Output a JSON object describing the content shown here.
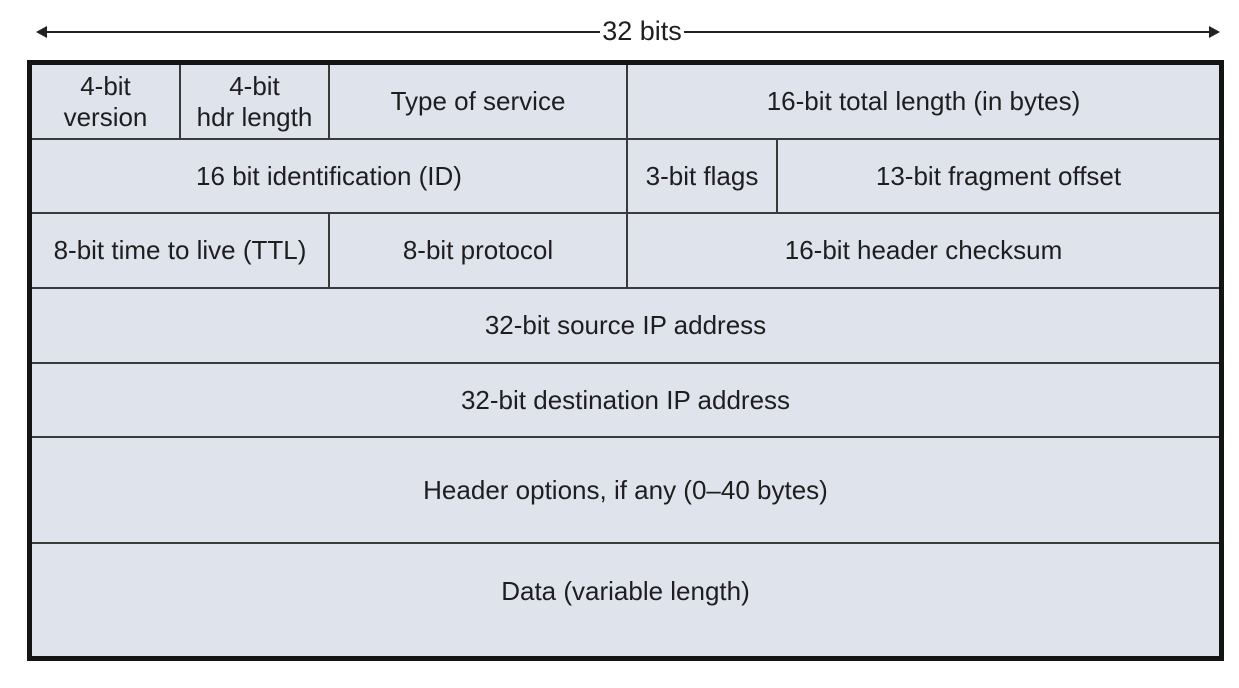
{
  "header": {
    "width_label": "32 bits"
  },
  "rows": {
    "r1": {
      "version": "4-bit\nversion",
      "hdr_length": "4-bit\nhdr length",
      "type_of_service": "Type of service",
      "total_length": "16-bit total length (in bytes)"
    },
    "r2": {
      "identification": "16 bit identification (ID)",
      "flags": "3-bit flags",
      "fragment_offset": "13-bit fragment offset"
    },
    "r3": {
      "ttl": "8-bit time to live (TTL)",
      "protocol": "8-bit protocol",
      "checksum": "16-bit header checksum"
    },
    "r4": {
      "source_ip": "32-bit source IP address"
    },
    "r5": {
      "destination_ip": "32-bit destination IP address"
    },
    "r6": {
      "options": "Header options, if any (0–40 bytes)"
    },
    "r7": {
      "data": "Data (variable length)"
    }
  }
}
